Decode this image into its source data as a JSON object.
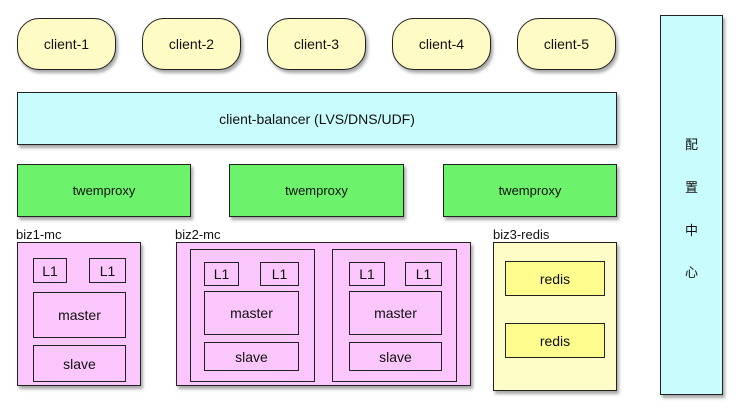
{
  "clients": [
    "client-1",
    "client-2",
    "client-3",
    "client-4",
    "client-5"
  ],
  "balancer": "client-balancer (LVS/DNS/UDF)",
  "proxies": [
    "twemproxy",
    "twemproxy",
    "twemproxy"
  ],
  "groups": {
    "biz1": {
      "title": "biz1-mc",
      "l1": [
        "L1",
        "L1"
      ],
      "master": "master",
      "slave": "slave"
    },
    "biz2": {
      "title": "biz2-mc",
      "units": [
        {
          "l1": [
            "L1",
            "L1"
          ],
          "master": "master",
          "slave": "slave"
        },
        {
          "l1": [
            "L1",
            "L1"
          ],
          "master": "master",
          "slave": "slave"
        }
      ]
    },
    "biz3": {
      "title": "biz3-redis",
      "nodes": [
        "redis",
        "redis"
      ]
    }
  },
  "config_center": [
    "配",
    "置",
    "中",
    "心"
  ]
}
